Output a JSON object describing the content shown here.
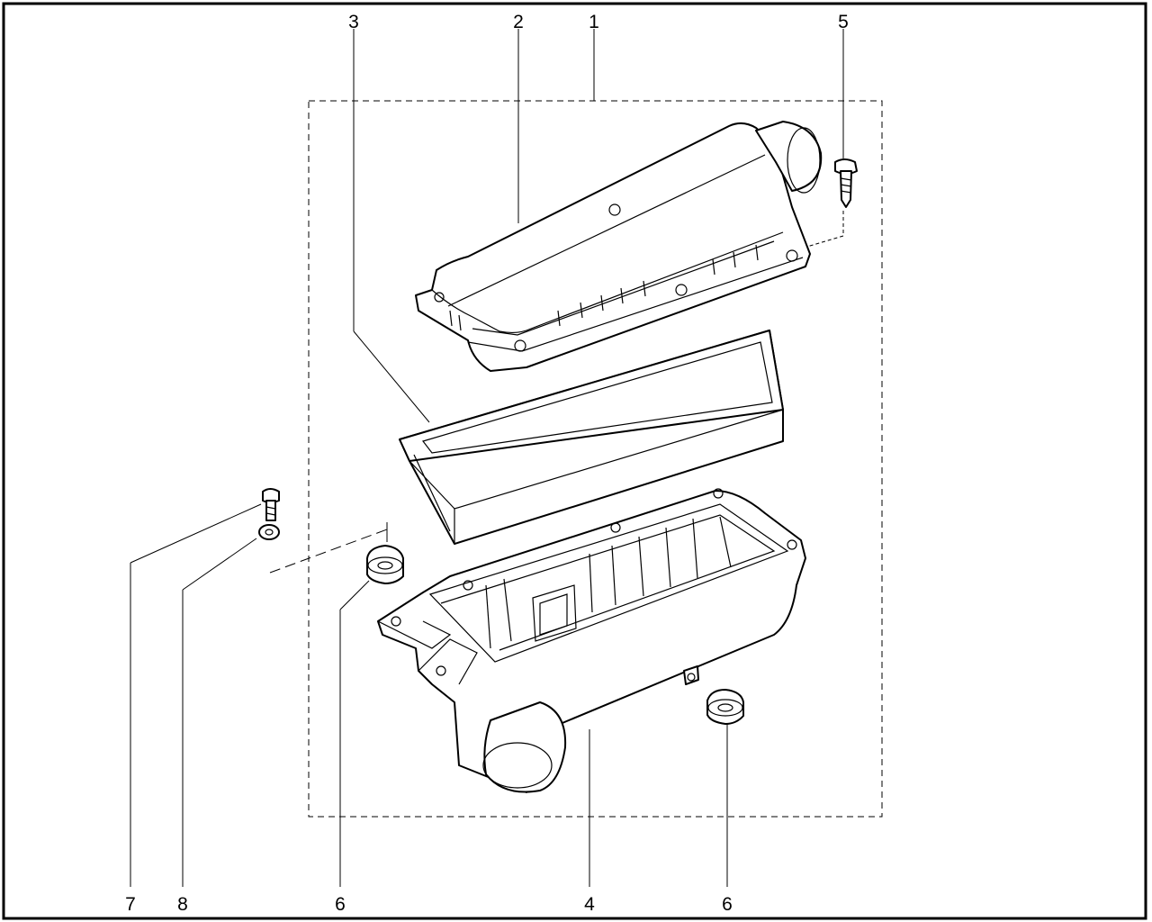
{
  "callouts": [
    {
      "id": "c1",
      "text": "1"
    },
    {
      "id": "c2",
      "text": "2"
    },
    {
      "id": "c3",
      "text": "3"
    },
    {
      "id": "c4",
      "text": "4"
    },
    {
      "id": "c5",
      "text": "5"
    },
    {
      "id": "c6a",
      "text": "6"
    },
    {
      "id": "c6b",
      "text": "6"
    },
    {
      "id": "c7",
      "text": "7"
    },
    {
      "id": "c8",
      "text": "8"
    }
  ],
  "parts": {
    "upper_cover": "2",
    "filter_element": "3",
    "lower_housing": "4",
    "screw": "5",
    "grommet": "6",
    "bolt": "7",
    "washer": "8",
    "assembly": "1"
  }
}
